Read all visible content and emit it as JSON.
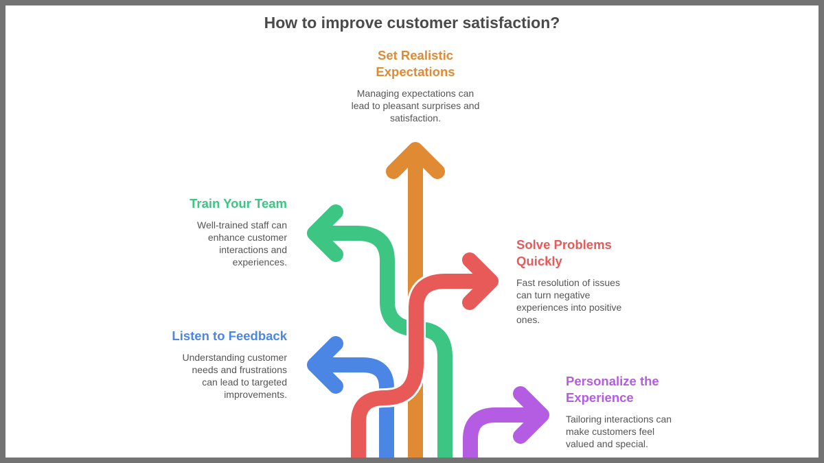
{
  "title": "How to improve customer satisfaction?",
  "colors": {
    "orange": "#E08A34",
    "green": "#3DC584",
    "red": "#E85A58",
    "blue": "#4B86E4",
    "purple": "#B45CE2",
    "text": "#555555",
    "title": "#4a4a4a",
    "frame": "#737373"
  },
  "items": [
    {
      "id": "set-realistic-expectations",
      "heading": "Set Realistic Expectations",
      "heading_lines": [
        "Set Realistic",
        "Expectations"
      ],
      "description": "Managing expectations can lead to pleasant surprises and satisfaction.",
      "description_lines": [
        "Managing expectations can",
        "lead to pleasant surprises and",
        "satisfaction."
      ],
      "color": "orange",
      "direction": "up"
    },
    {
      "id": "train-your-team",
      "heading": "Train Your Team",
      "description": "Well-trained staff can enhance customer interactions and experiences.",
      "description_lines": [
        "Well-trained staff can",
        "enhance customer",
        "interactions and",
        "experiences."
      ],
      "color": "green",
      "direction": "left"
    },
    {
      "id": "solve-problems-quickly",
      "heading": "Solve Problems Quickly",
      "heading_lines": [
        "Solve Problems",
        "Quickly"
      ],
      "description": "Fast resolution of issues can turn negative experiences into positive ones.",
      "description_lines": [
        "Fast resolution of issues",
        "can turn negative",
        "experiences into positive",
        "ones."
      ],
      "color": "red",
      "direction": "right"
    },
    {
      "id": "listen-to-feedback",
      "heading": "Listen to Feedback",
      "description": "Understanding customer needs and frustrations can lead to targeted improvements.",
      "description_lines": [
        "Understanding customer",
        "needs and frustrations",
        "can lead to targeted",
        "improvements."
      ],
      "color": "blue",
      "direction": "left"
    },
    {
      "id": "personalize-the-experience",
      "heading": "Personalize the Experience",
      "heading_lines": [
        "Personalize the",
        "Experience"
      ],
      "description": "Tailoring interactions can make customers feel valued and special.",
      "description_lines": [
        "Tailoring interactions can",
        "make customers feel",
        "valued and special."
      ],
      "color": "purple",
      "direction": "right"
    }
  ]
}
